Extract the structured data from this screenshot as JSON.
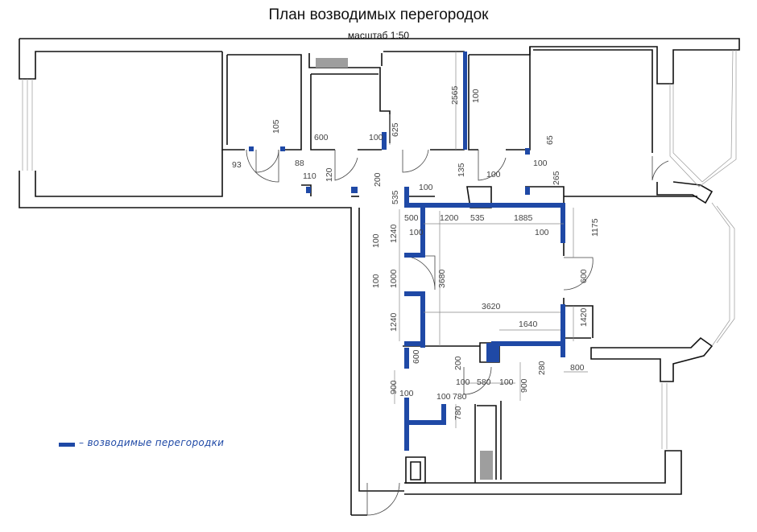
{
  "title": "План возводимых перегородок",
  "scale": "масштаб 1:50",
  "legend": {
    "dash": "–",
    "label": "возводимые перегородки",
    "color": "#1f49a6"
  },
  "dimensions": {
    "d1": "105",
    "d2": "600",
    "d3": "88",
    "d4": "93",
    "d5": "110",
    "d6": "120",
    "d7": "100",
    "d8": "625",
    "d9": "2565",
    "d10": "100",
    "d11": "200",
    "d12": "135",
    "d13": "100",
    "d14": "65",
    "d15": "100",
    "d16": "265",
    "d17": "535",
    "d18": "100",
    "d19": "500",
    "d20": "1200",
    "d21": "535",
    "d22": "1885",
    "d23": "100",
    "d24": "1175",
    "d25": "100",
    "d26": "100",
    "d27": "1240",
    "d28": "1000",
    "d29": "100",
    "d30": "3680",
    "d31": "600",
    "d32": "3620",
    "d33": "1240",
    "d34": "1640",
    "d35": "1420",
    "d36": "600",
    "d37": "200",
    "d38": "280",
    "d39": "800",
    "d40": "100",
    "d41": "580",
    "d42": "100",
    "d43": "900",
    "d44": "900",
    "d45": "100",
    "d46": "100",
    "d47": "780",
    "d48": "780"
  }
}
